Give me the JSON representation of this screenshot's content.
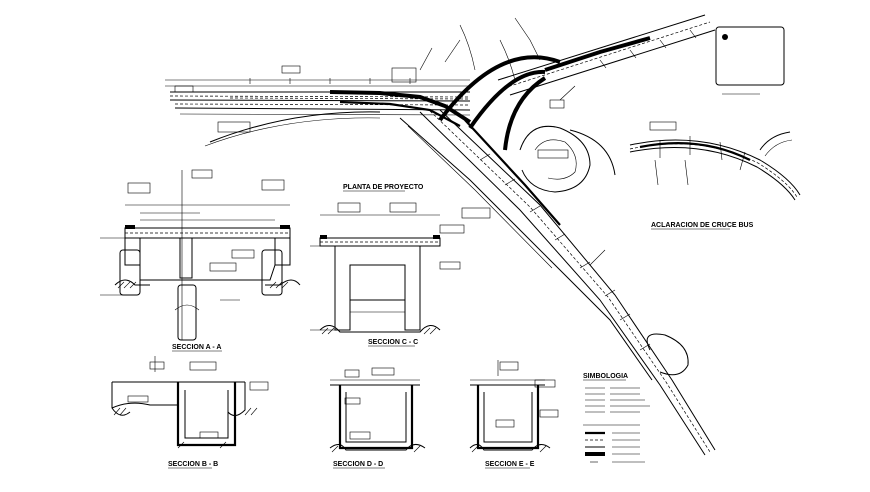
{
  "titles": {
    "plan": "PLANTA DE PROYECTO",
    "detail": "ACLARACION DE CRUCE BUS",
    "section_a": "SECCION A - A",
    "section_c": "SECCION C - C",
    "section_b": "SECCION B - B",
    "section_d": "SECCION D - D",
    "section_e": "SECCION E - E",
    "legend": "SIMBOLOGIA"
  },
  "colors": {
    "ink": "#000000",
    "paper": "#ffffff"
  }
}
